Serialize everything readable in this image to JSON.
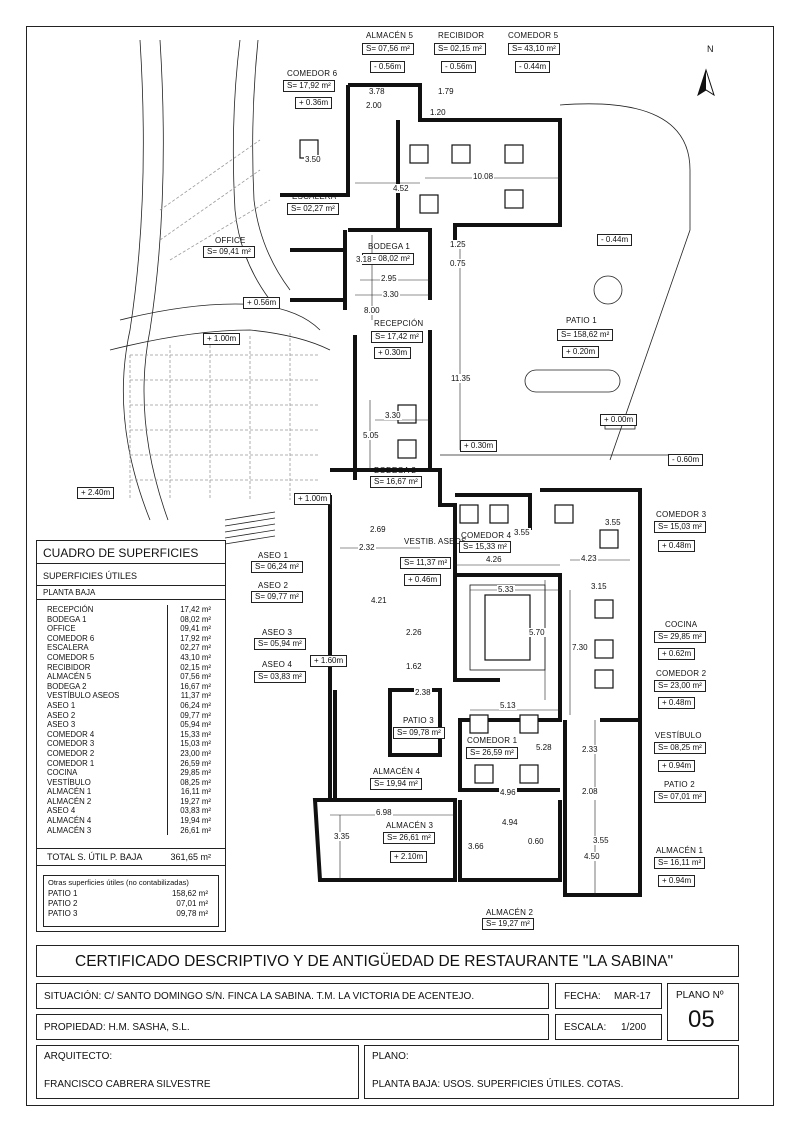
{
  "rooms": {
    "almacen5": {
      "name": "ALMACÉN 5",
      "area": "S= 07,56 m²",
      "level": "- 0.56m"
    },
    "recibidor": {
      "name": "RECIBIDOR",
      "area": "S= 02,15 m²",
      "level": "- 0.56m"
    },
    "comedor5": {
      "name": "COMEDOR 5",
      "area": "S= 43,10 m²",
      "level": "- 0.44m"
    },
    "comedor6": {
      "name": "COMEDOR 6",
      "area": "S= 17,92 m²",
      "level": "+ 0.36m"
    },
    "escalera": {
      "name": "ESCALERA",
      "area": "S= 02,27 m²"
    },
    "office": {
      "name": "OFFICE",
      "area": "S= 09,41 m²"
    },
    "bodega1": {
      "name": "BODEGA 1",
      "area": "S= 08,02 m²"
    },
    "recepcion": {
      "name": "RECEPCIÓN",
      "area": "S= 17,42 m²",
      "level": "+ 0.30m"
    },
    "patio1": {
      "name": "PATIO 1",
      "area": "S= 158,62 m²",
      "level": "+ 0.20m"
    },
    "bodega2": {
      "name": "BODEGA 2",
      "area": "S= 16,67 m²"
    },
    "vestibulo_aseos": {
      "name": "VESTIB. ASEOS",
      "area": "S= 11,37 m²",
      "level": "+ 0.46m"
    },
    "comedor4": {
      "name": "COMEDOR 4",
      "area": "S= 15,33 m²"
    },
    "comedor3": {
      "name": "COMEDOR 3",
      "area": "S= 15,03 m²",
      "level": "+ 0.48m"
    },
    "aseo1": {
      "name": "ASEO 1",
      "area": "S= 06,24 m²"
    },
    "aseo2": {
      "name": "ASEO 2",
      "area": "S= 09,77 m²"
    },
    "aseo3": {
      "name": "ASEO 3",
      "area": "S= 05,94 m²"
    },
    "aseo4": {
      "name": "ASEO 4",
      "area": "S= 03,83 m²"
    },
    "cocina": {
      "name": "COCINA",
      "area": "S= 29,85 m²",
      "level": "+ 0.62m"
    },
    "comedor2": {
      "name": "COMEDOR 2",
      "area": "S= 23,00 m²",
      "level": "+ 0.48m"
    },
    "patio3": {
      "name": "PATIO 3",
      "area": "S= 09,78 m²"
    },
    "comedor1": {
      "name": "COMEDOR 1",
      "area": "S= 26,59 m²"
    },
    "vestibulo": {
      "name": "VESTÍBULO",
      "area": "S= 08,25 m²",
      "level": "+ 0.94m"
    },
    "patio2": {
      "name": "PATIO 2",
      "area": "S= 07,01 m²"
    },
    "almacen4": {
      "name": "ALMACÉN 4",
      "area": "S= 19,94 m²"
    },
    "almacen3": {
      "name": "ALMACÉN 3",
      "area": "S= 26,61 m²",
      "level": "+ 2.10m"
    },
    "almacen1": {
      "name": "ALMACÉN 1",
      "area": "S= 16,11 m²",
      "level": "+ 0.94m"
    },
    "almacen2": {
      "name": "ALMACÉN 2",
      "area": "S= 19,27 m²"
    }
  },
  "levels": {
    "l1": "- 0.44m",
    "l2": "+ 0.56m",
    "l3": "+ 1.00m",
    "l4": "+ 0.00m",
    "l5": "+ 0.30m",
    "l6": "- 0.60m",
    "l7": "+ 2.40m",
    "l8": "+ 1.00m",
    "l9": "+ 1.60m"
  },
  "dims": {
    "d1": "3.78",
    "d2": "1.79",
    "d3": "2.00",
    "d4": "1.20",
    "d5": "3.50",
    "d6": "4.52",
    "d7": "10.08",
    "d8": "1.25",
    "d9": "0.75",
    "d10": "3.18",
    "d11": "2.95",
    "d12": "3.30",
    "d13": "8.00",
    "d14": "11.35",
    "d15": "3.30",
    "d16": "5.05",
    "d17": "2.69",
    "d18": "2.32",
    "d19": "3.55",
    "d20": "3.55",
    "d21": "4.26",
    "d22": "4.23",
    "d23": "3.15",
    "d24": "5.33",
    "d25": "4.21",
    "d26": "2.26",
    "d27": "5.70",
    "d28": "7.30",
    "d29": "1.62",
    "d30": "2.38",
    "d31": "5.13",
    "d32": "5.28",
    "d33": "2.33",
    "d34": "2.08",
    "d35": "4.96",
    "d36": "6.98",
    "d37": "4.94",
    "d38": "3.55",
    "d39": "3.35",
    "d40": "3.66",
    "d41": "0.60",
    "d42": "4.50"
  },
  "north": "N",
  "areas_table": {
    "title": "CUADRO DE SUPERFICIES",
    "subtitle": "SUPERFICIES ÚTILES",
    "floor": "PLANTA BAJA",
    "rows": [
      {
        "name": "RECEPCIÓN",
        "value": "17,42 m²"
      },
      {
        "name": "BODEGA 1",
        "value": "08,02 m²"
      },
      {
        "name": "OFFICE",
        "value": "09,41 m²"
      },
      {
        "name": "COMEDOR 6",
        "value": "17,92 m²"
      },
      {
        "name": "ESCALERA",
        "value": "02,27 m²"
      },
      {
        "name": "COMEDOR 5",
        "value": "43,10 m²"
      },
      {
        "name": "RECIBIDOR",
        "value": "02,15 m²"
      },
      {
        "name": "ALMACÉN 5",
        "value": "07,56 m²"
      },
      {
        "name": "BODEGA 2",
        "value": "16,67 m²"
      },
      {
        "name": "VESTÍBULO ASEOS",
        "value": "11,37 m²"
      },
      {
        "name": "ASEO 1",
        "value": "06,24 m²"
      },
      {
        "name": "ASEO 2",
        "value": "09,77 m²"
      },
      {
        "name": "ASEO 3",
        "value": "05,94 m²"
      },
      {
        "name": "COMEDOR 4",
        "value": "15,33 m²"
      },
      {
        "name": "COMEDOR 3",
        "value": "15,03 m²"
      },
      {
        "name": "COMEDOR 2",
        "value": "23,00 m²"
      },
      {
        "name": "COMEDOR 1",
        "value": "26,59 m²"
      },
      {
        "name": "COCINA",
        "value": "29,85 m²"
      },
      {
        "name": "VESTÍBULO",
        "value": "08,25 m²"
      },
      {
        "name": "ALMACÉN 1",
        "value": "16,11 m²"
      },
      {
        "name": "ALMACÉN 2",
        "value": "19,27 m²"
      },
      {
        "name": "ASEO 4",
        "value": "03,83 m²"
      },
      {
        "name": "ALMACÉN 4",
        "value": "19,94 m²"
      },
      {
        "name": "ALMACÉN 3",
        "value": "26,61 m²"
      }
    ],
    "total_label": "TOTAL S. ÚTIL P. BAJA",
    "total_value": "361,65 m²",
    "other_title": "Otras superficies útiles (no contabilizadas)",
    "other_rows": [
      {
        "name": "PATIO 1",
        "value": "158,62 m²"
      },
      {
        "name": "PATIO 2",
        "value": "07,01 m²"
      },
      {
        "name": "PATIO 3",
        "value": "09,78 m²"
      }
    ]
  },
  "title_block": {
    "title": "CERTIFICADO DESCRIPTIVO Y DE ANTIGÜEDAD DE RESTAURANTE \"LA SABINA\"",
    "situacion": "SITUACIÓN:  C/ SANTO DOMINGO S/N. FINCA LA SABINA. T.M. LA VICTORIA DE ACENTEJO.",
    "propiedad": "PROPIEDAD:  H.M. SASHA, S.L.",
    "fecha_label": "FECHA:",
    "fecha": "MAR-17",
    "escala_label": "ESCALA:",
    "escala": "1/200",
    "plano_n_label": "PLANO Nº",
    "plano_n": "05",
    "arquitecto_label": "ARQUITECTO:",
    "arquitecto": "FRANCISCO CABRERA SILVESTRE",
    "plano_label": "PLANO:",
    "plano": "PLANTA BAJA: USOS. SUPERFICIES ÚTILES. COTAS."
  }
}
